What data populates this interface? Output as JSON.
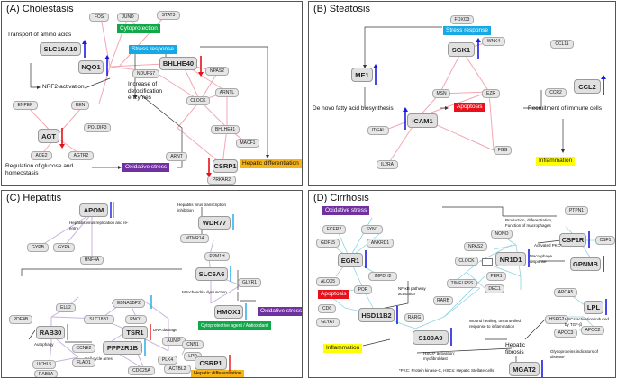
{
  "panels": {
    "a": {
      "title": "(A) Cholestasis",
      "nodes": [
        "FOS",
        "JUND",
        "STAT3",
        "SLC16A10",
        "NQO1",
        "NDUFS7",
        "BHLHE40",
        "NPAS2",
        "ARNTL",
        "CLOCK",
        "ENPEP",
        "REN",
        "AGT",
        "AGTR2",
        "ACE2",
        "POLDIP3",
        "BHLHE41",
        "MACF1",
        "ARNT",
        "CSRP1",
        "PRKAR2"
      ],
      "labels": {
        "amino": "Transport of amino acids",
        "nrf2": "NRF2-activation",
        "detox": "Increase of detoxification enzymes",
        "glucose": "Regulation of glucose and homeostasis"
      },
      "tags": {
        "cytoprotection": "Cytoprotection",
        "stress": "Stress response",
        "oxidative": "Oxidative stress",
        "hepatic": "Hepatic differentiation"
      }
    },
    "b": {
      "title": "(B) Steatosis",
      "nodes": [
        "FOXO3",
        "SGK1",
        "WNK4",
        "ME1",
        "MSN",
        "EZR",
        "ICAM1",
        "ITGAL",
        "IL2RA",
        "FGG",
        "CCL11",
        "CCR2",
        "CCL2"
      ],
      "labels": {
        "lipid": "De novo fatty acid biosynthesis",
        "recruit": "Recruitment of immune cells"
      },
      "tags": {
        "stress": "Stress response",
        "apoptosis": "Apoptosis",
        "inflammation": "Inflammation"
      }
    },
    "c": {
      "title": "(C) Hepatitis",
      "nodes": [
        "APOM",
        "GYPB",
        "GYPA",
        "HNF4A",
        "WDR77",
        "MTMR14",
        "PPM1H",
        "SLC6A6",
        "GLYR1",
        "ELL2",
        "EBNA1BP2",
        "PDE4B",
        "SLC18B1",
        "PNO1",
        "RAB30",
        "TSR1",
        "AUNIP",
        "CCNE2",
        "PPP2R1B",
        "UCHL5",
        "FLAD1",
        "PLK4",
        "CDC25A",
        "RAB8A",
        "HMOX1",
        "CNN1",
        "LPP",
        "ACTBL2",
        "CSRP1"
      ],
      "labels": {
        "hvrep": "Hepatitis virus replication and re-entry",
        "hvtx": "Hepatitis virus transcription inhibition",
        "mito": "Mitochondria dysfunction",
        "dna": "DNA damage",
        "auto": "Autophagy",
        "cycle": "Cell cycle arrest"
      },
      "tags": {
        "oxidative": "Oxidative stress",
        "cytoprotective": "Cytoprotective agent / Antioxidant",
        "hepatic": "Hepatic differentiation"
      }
    },
    "d": {
      "title": "(D) Cirrhosis",
      "nodes": [
        "FCER2",
        "SYN1",
        "GDF15",
        "ANKRD1",
        "EGR1",
        "IMPDH2",
        "ALOX5",
        "POR",
        "CD6",
        "GLYAT",
        "HSD11B2",
        "NPAS2",
        "NONO",
        "CLOCK",
        "NR1D1",
        "PER1",
        "TIMELESS",
        "DEC1",
        "RARB",
        "RARG",
        "S100A9",
        "PTPN1",
        "CSF1R",
        "CSF1",
        "GPNMB",
        "APOA5",
        "LPL",
        "HSPG2",
        "APOC3",
        "APOC2",
        "MGAT2"
      ],
      "labels": {
        "production": "Production, differentiation, Function of macrophages",
        "macresp": "Macrophage response",
        "pkc": "Activated PKC*",
        "nfkb": "NF-κB pathway activation",
        "wound": "Wound healing, uncontrolled response to inflammation",
        "hscs_tgf": "HSCs activation induced by TGF-β",
        "hscs_myo": "HSCs* activation: myofibroblast",
        "fibrosis": "Hepatic fibrosis",
        "glyco": "Glycoproteins indicators of disease",
        "footnote": "*PKC: Protein kinase-C, HSCs: Hepatic Stellate cells"
      },
      "tags": {
        "oxidative": "Oxidative stress",
        "apoptosis": "Apoptosis",
        "inflammation": "Inflammation"
      }
    }
  },
  "colors": {
    "up_arrow": "#1a1ae6",
    "down_arrow": "#e8101a",
    "edge_pink": "#f2a7b4",
    "edge_purple": "#c9b3dd",
    "edge_cyan": "#8fd3e0"
  }
}
